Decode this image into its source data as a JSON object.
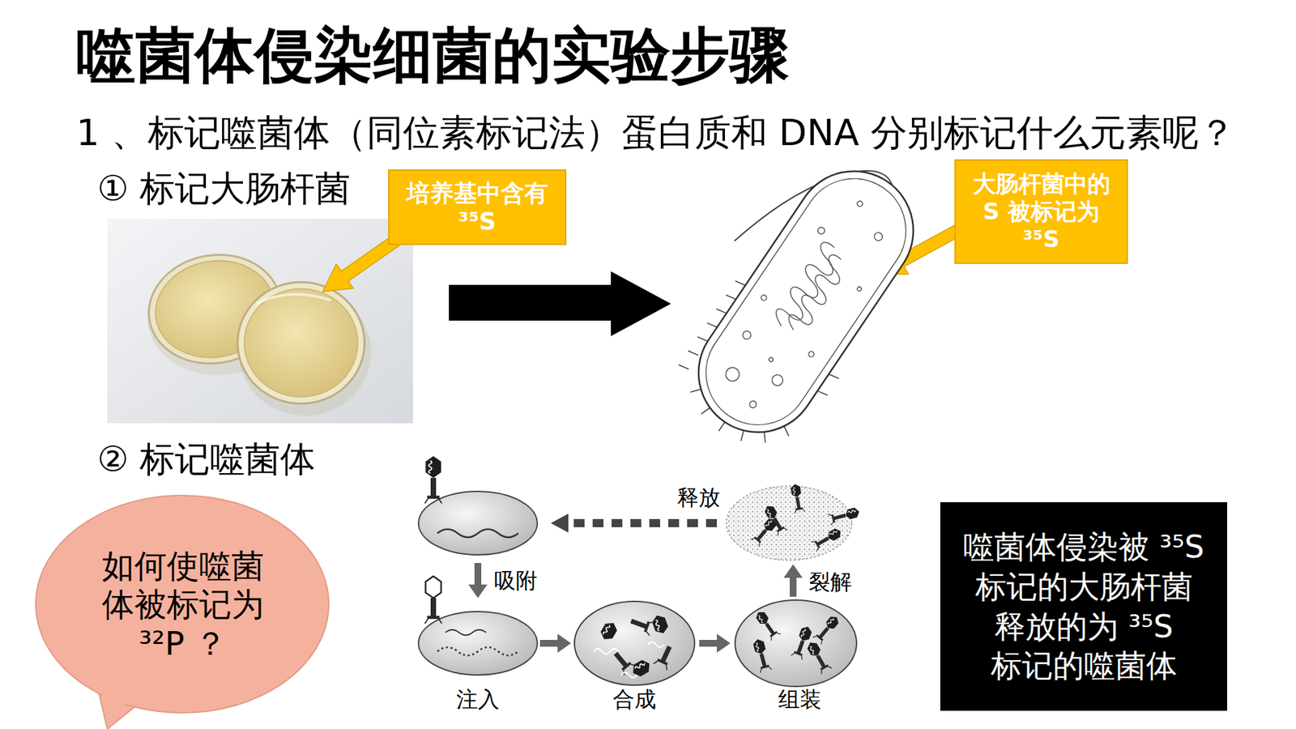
{
  "diagram": {
    "title": "噬菌体侵染细菌的实验步骤",
    "nodes": [
      {
        "text": [
          "培养基中含有 ³⁵S"
        ]
      },
      {
        "text": [
          "大肠杆菌中的 S 被标记为 ³⁵S"
        ]
      },
      {
        "text": [
          "如何使噬菌体被标记为 ³²P ？"
        ]
      },
      {
        "text": [
          "噬菌体侵染被 ³⁵S 标记的大肠杆菌 释放的为 ³⁵S 标记的噬菌体"
        ]
      }
    ],
    "labels": [
      "1 、标记噬菌体（同位素标记法）蛋白质和 DNA 分别标记什么元素呢？",
      "① 标记大肠杆菌",
      "② 标记噬菌体",
      "释放",
      "吸附",
      "裂解",
      "注入",
      "合成",
      "组装"
    ]
  }
}
